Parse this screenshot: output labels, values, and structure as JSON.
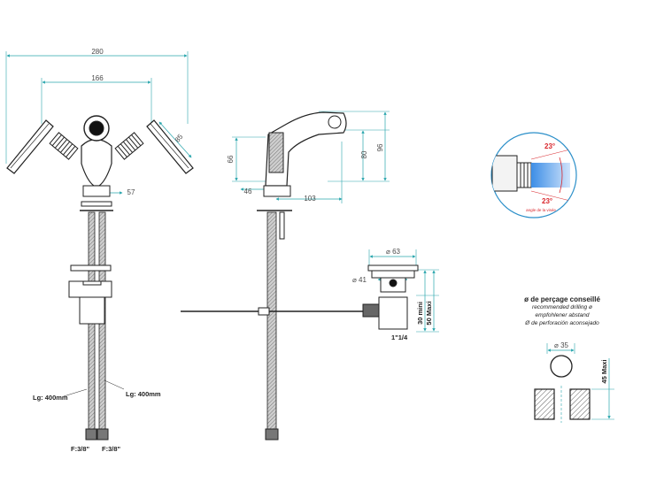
{
  "colors": {
    "dimension_line": "#2aa6ad",
    "outline": "#222222",
    "detail_circle": "#2b8fc9",
    "angle_mark": "#d9262c",
    "flow_gradient": "#3d8ee6"
  },
  "front_view": {
    "width_overall": "280",
    "handle_spacing": "166",
    "handle_length": "85",
    "spout_reach": "57",
    "hose_left_label": "Lg: 400mm",
    "hose_right_label": "Lg: 400mm",
    "connection_left": "F:3/8\"",
    "connection_right": "F:3/8\""
  },
  "side_view": {
    "height_body": "66",
    "height_outlet": "80",
    "height_total": "96",
    "base_offset": "46",
    "reach": "103"
  },
  "waste": {
    "outer_diameter": "⌀ 63",
    "inner_diameter": "⌀ 41",
    "min_depth": "30 mini",
    "max_depth": "50 Maxi",
    "thread": "1\"1/4"
  },
  "detail": {
    "angle_top": "23°",
    "angle_bottom": "23°",
    "caption": "angle de la visée"
  },
  "drilling": {
    "title": "ø de perçage conseillé",
    "line_en": "recommended drilling ø",
    "line_de": "empfohlener abstand",
    "line_es": "Ø de perforación aconsejado",
    "hole_diameter": "⌀ 35",
    "max_thickness": "45 Maxi"
  }
}
